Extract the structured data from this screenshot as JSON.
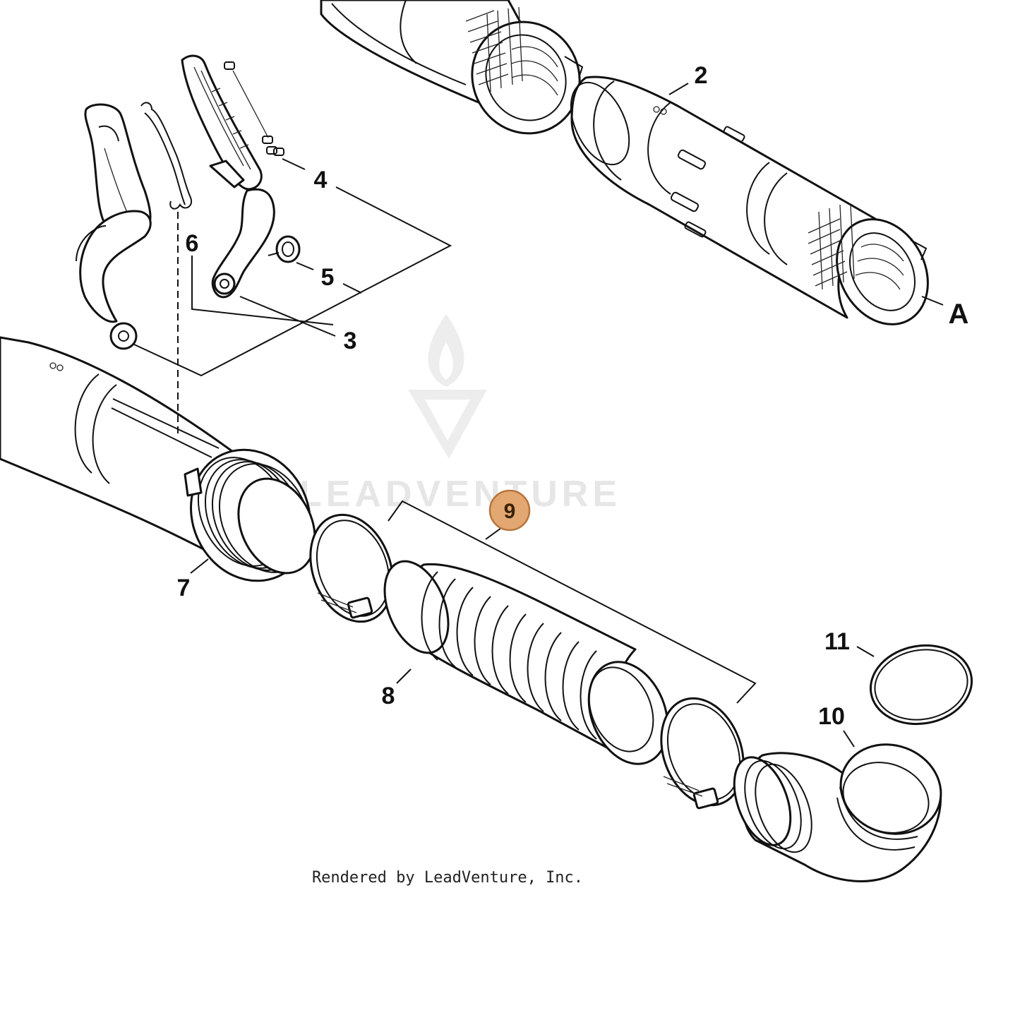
{
  "callouts": {
    "c2": "2",
    "c3": "3",
    "c4": "4",
    "c5": "5",
    "c6": "6",
    "c7": "7",
    "c8": "8",
    "c9": "9",
    "c10": "10",
    "c11": "11",
    "cA": "A"
  },
  "highlight": {
    "part": "9",
    "fill_color": "#e3a872",
    "stroke_color": "#b8743c"
  },
  "watermark": {
    "brand": "LEADVENTURE"
  },
  "footer": {
    "credit": "Rendered by LeadVenture, Inc."
  }
}
